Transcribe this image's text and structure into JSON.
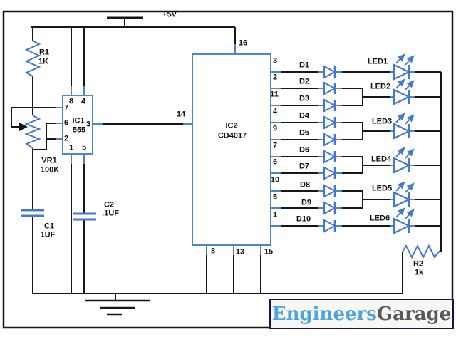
{
  "schematic": {
    "power_label": "+5V",
    "r1": {
      "name": "R1",
      "value": "1K"
    },
    "vr1": {
      "name": "VR1",
      "value": "100K"
    },
    "c1": {
      "name": "C1",
      "value": "1UF"
    },
    "c2": {
      "name": "C2",
      "value": ".1UF"
    },
    "r2": {
      "name": "R2",
      "value": "1k"
    },
    "ic1": {
      "name": "IC1",
      "part": "555",
      "pin_top_left": "8",
      "pin_top_right": "4",
      "pin_left": [
        "7",
        "6",
        "2"
      ],
      "pin_right": "3",
      "pin_bottom_left": "1",
      "pin_bottom_right": "5"
    },
    "ic2": {
      "name": "IC2",
      "part": "CD4017",
      "pin_vcc": "16",
      "pin_clock": "14",
      "pins_out": [
        "3",
        "2",
        "11",
        "4",
        "9",
        "7",
        "6",
        "10",
        "5",
        "1"
      ],
      "pins_bottom": [
        "8",
        "13",
        "15"
      ]
    },
    "diodes": [
      "D1",
      "D2",
      "D3",
      "D4",
      "D5",
      "D6",
      "D7",
      "D8",
      "D9",
      "D10"
    ],
    "leds": [
      "LED1",
      "LED2",
      "LED3",
      "LED4",
      "LED5",
      "LED6"
    ]
  },
  "logo": {
    "first": "Engineers",
    "second": "Garage"
  },
  "colors": {
    "component_blue": "#4477cd",
    "ic_border_blue": "#4e86cc",
    "wire_black": "#161616",
    "logo_blue": "#4da3e3",
    "logo_gray": "#57585a",
    "logo_border": "#15154d",
    "logo_bg": "#f7f7f3"
  }
}
